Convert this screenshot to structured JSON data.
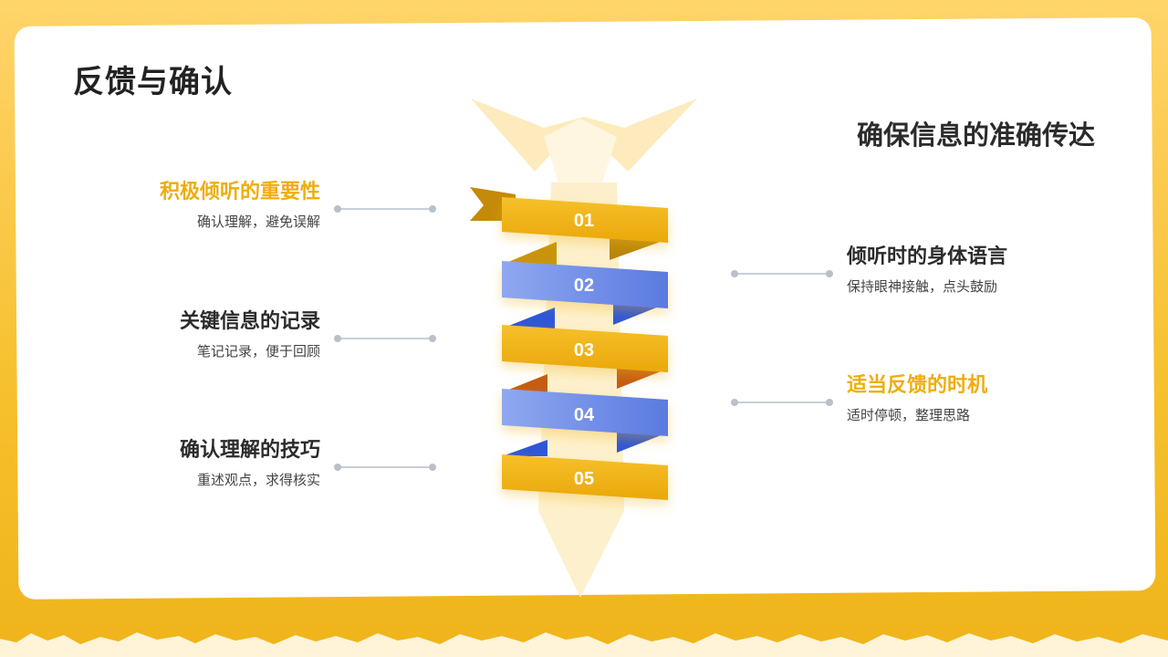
{
  "title": "反馈与确认",
  "subtitle": "确保信息的准确传达",
  "steps": [
    {
      "number": "01",
      "heading": "积极倾听的重要性",
      "desc": "确认理解，避免误解"
    },
    {
      "number": "02",
      "heading": "倾听时的身体语言",
      "desc": "保持眼神接触，点头鼓励"
    },
    {
      "number": "03",
      "heading": "关键信息的记录",
      "desc": "笔记记录，便于回顾"
    },
    {
      "number": "04",
      "heading": "适当反馈的时机",
      "desc": "适时停顿，整理思路"
    },
    {
      "number": "05",
      "heading": "确认理解的技巧",
      "desc": "重述观点，求得核实"
    }
  ],
  "colors": {
    "yellow": "#f0b412",
    "blue": "#6f8ee6",
    "accent_text": "#efad0e",
    "background": "#f6c02d"
  }
}
